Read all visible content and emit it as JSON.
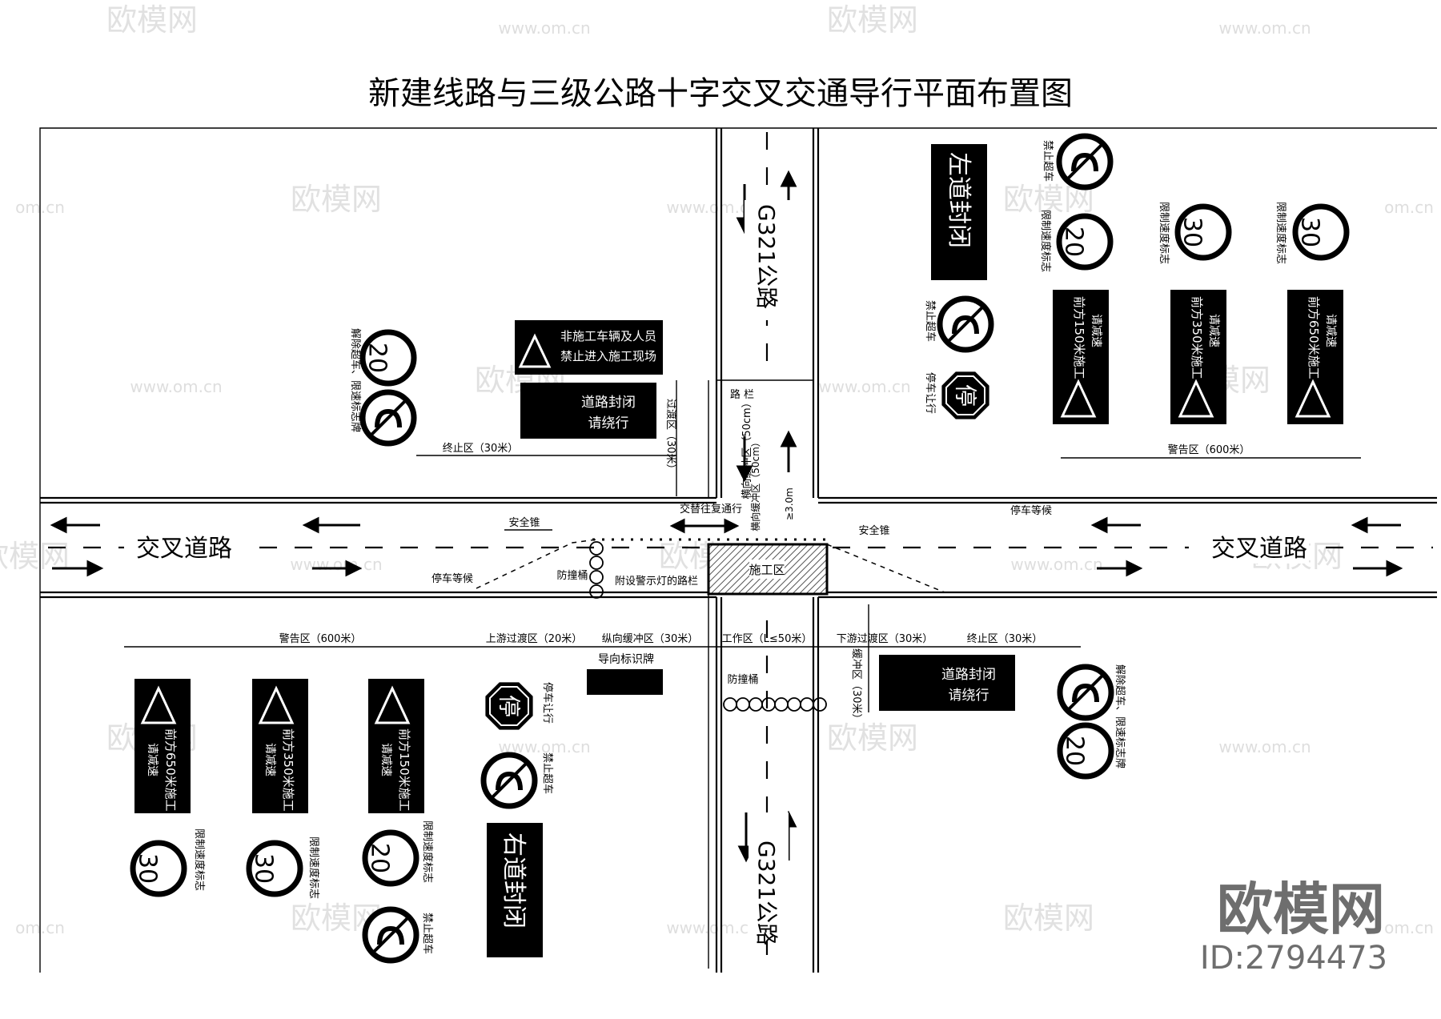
{
  "title": "新建线路与三级公路十字交叉交通导行平面布置图",
  "roads": {
    "cross_road": "交叉道路",
    "highway_north": "G321公路",
    "highway_south": "G321公路"
  },
  "signs": {
    "no_entry_line1": "非施工车辆及人员",
    "no_entry_line2": "禁止进入施工现场",
    "road_closed_line1": "道路封闭",
    "road_closed_line2": "请绕行",
    "left_closed": "左道封闭",
    "right_closed": "右道封闭",
    "guide_sign": "导向标识牌",
    "work_area": "施工区",
    "stop": "停",
    "w150": "前方150米施工",
    "w350": "前方350米施工",
    "w650": "前方650米施工",
    "slow": "请减速",
    "speed30": "30",
    "speed20": "20"
  },
  "labels": {
    "end_zone_30": "终止区（30米）",
    "transition_30": "过渡区（30米）",
    "warning_600": "警告区（600米）",
    "upstream_20": "上游过渡区（20米）",
    "long_buffer_30": "纵向缓冲区（30米）",
    "work_zone": "工作区（L≤50米）",
    "downstream_30": "下游过渡区（30米）",
    "buffer_30": "缓冲区（30米）",
    "barricade": "路 栏",
    "lateral_buffer": "横向缓冲区（50cm）",
    "width": "≥3.0m",
    "alternate": "交替往复通行",
    "cone": "安全锥",
    "cone2": "安全锥",
    "stop_wait": "停车等候",
    "anticollision": "防撞桶",
    "warning_lamp_rail": "附设警示灯的路栏",
    "speed_limit_sign": "限制速度标志",
    "no_overtake": "禁止超车",
    "stop_yield": "停车让行",
    "lift_limit": "解除超车、限速标志牌"
  },
  "watermark": {
    "brand": "欧模网",
    "url": "www.om.cn",
    "url_short": "om.cn",
    "id": "ID:2794473"
  },
  "colors": {
    "ink": "#000000",
    "panel_text": "#ffffff",
    "watermark": "#c9c9c9"
  }
}
